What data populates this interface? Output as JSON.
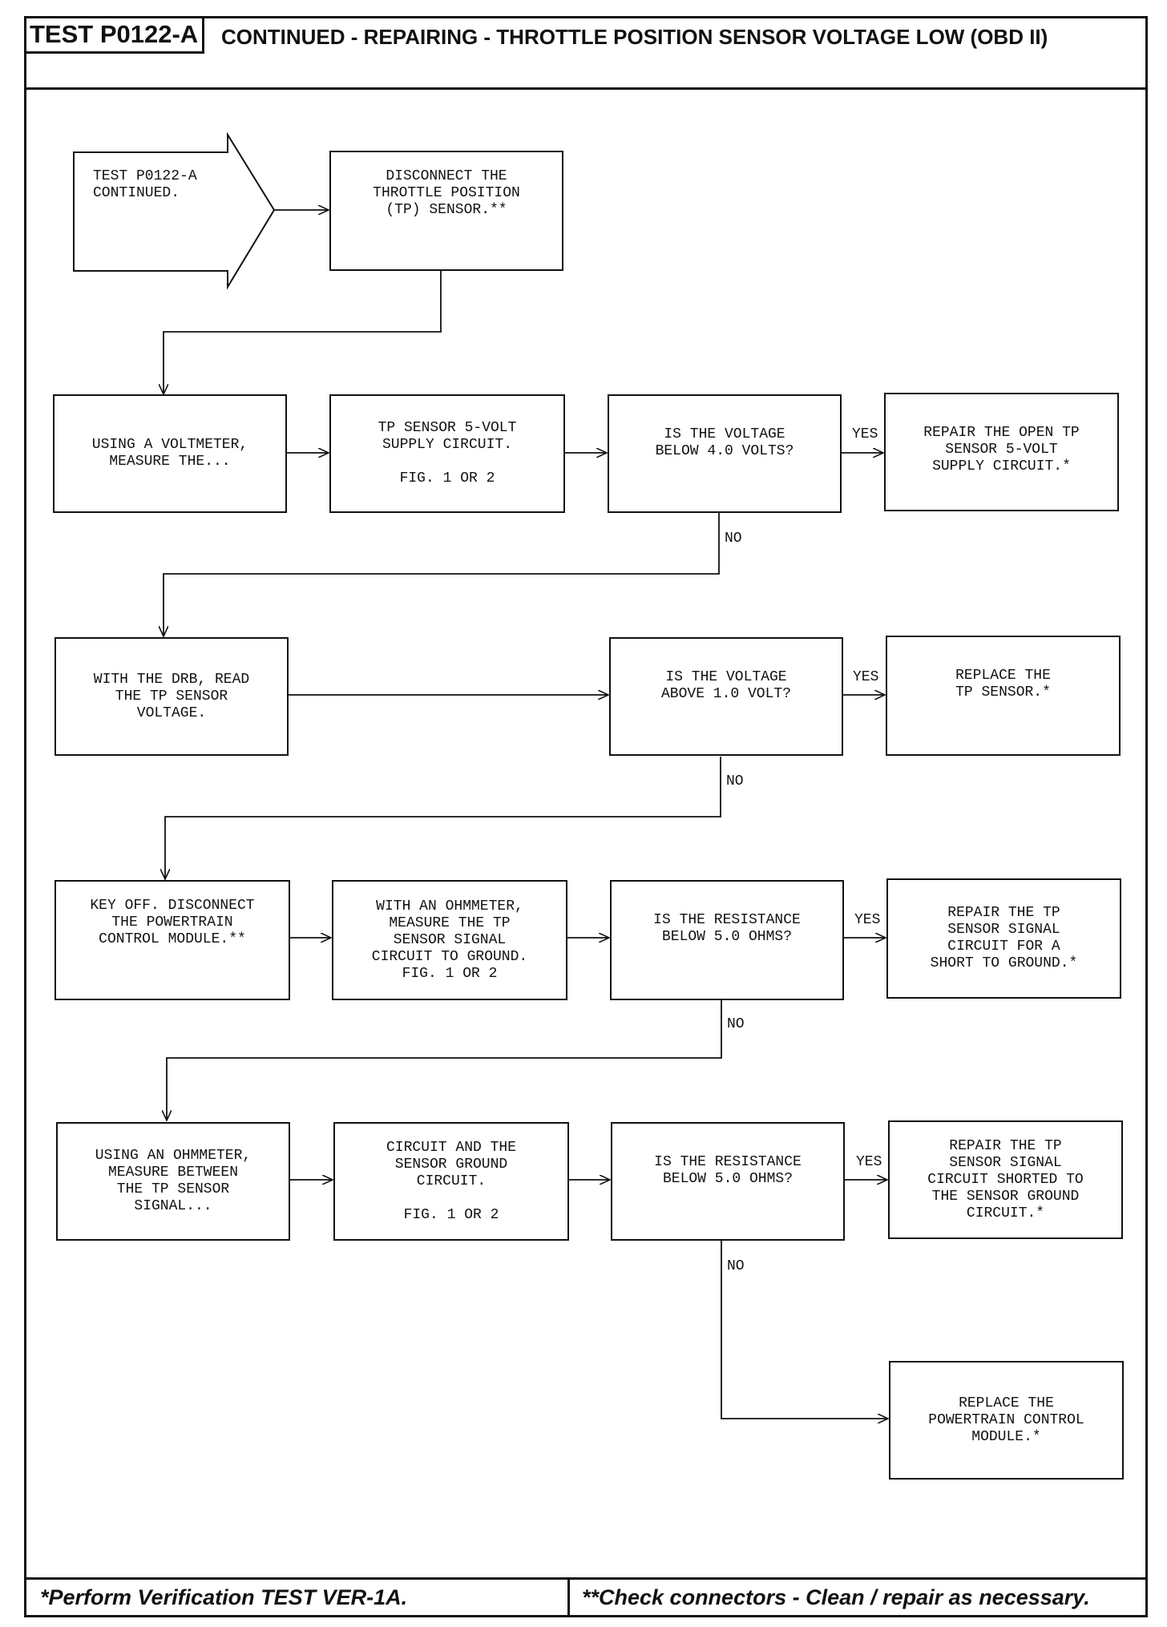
{
  "header": {
    "test_id": "TEST P0122-A",
    "title": "CONTINUED - REPAIRING - THROTTLE POSITION SENSOR VOLTAGE LOW (OBD II)"
  },
  "flow": {
    "start": "TEST P0122-A\nCONTINUED.",
    "disconnect_tp": "DISCONNECT THE\nTHROTTLE POSITION\n(TP) SENSOR.**",
    "row1": {
      "measure": "USING A VOLTMETER,\nMEASURE THE...",
      "supply_circuit": "TP SENSOR 5-VOLT\nSUPPLY CIRCUIT.",
      "supply_fig": "FIG. 1 OR 2",
      "question": "IS THE VOLTAGE\nBELOW 4.0 VOLTS?",
      "yes_action": "REPAIR THE OPEN TP\nSENSOR 5-VOLT\nSUPPLY CIRCUIT.*"
    },
    "row2": {
      "read": "WITH THE DRB, READ\nTHE TP SENSOR\nVOLTAGE.",
      "question": "IS THE VOLTAGE\nABOVE 1.0 VOLT?",
      "yes_action": "REPLACE THE\nTP SENSOR.*"
    },
    "row3": {
      "key_off": "KEY OFF. DISCONNECT\nTHE POWERTRAIN\nCONTROL MODULE.**",
      "ohm_measure": "WITH AN OHMMETER,\nMEASURE THE TP\nSENSOR SIGNAL\nCIRCUIT TO GROUND.\nFIG. 1 OR 2",
      "question": "IS THE RESISTANCE\nBELOW 5.0 OHMS?",
      "yes_action": "REPAIR THE TP\nSENSOR SIGNAL\nCIRCUIT FOR A\nSHORT TO GROUND.*"
    },
    "row4": {
      "ohm_between": "USING AN OHMMETER,\nMEASURE BETWEEN\nTHE TP SENSOR\nSIGNAL...",
      "ground_circuit": "CIRCUIT AND THE\nSENSOR GROUND\nCIRCUIT.",
      "ground_fig": "FIG. 1 OR 2",
      "question": "IS THE RESISTANCE\nBELOW 5.0 OHMS?",
      "yes_action": "REPAIR THE TP\nSENSOR SIGNAL\nCIRCUIT SHORTED TO\nTHE SENSOR GROUND\nCIRCUIT.*"
    },
    "final_action": "REPLACE THE\nPOWERTRAIN CONTROL\nMODULE.*",
    "yes_label": "YES",
    "no_label": "NO"
  },
  "footer": {
    "left_note": "*Perform Verification TEST VER-1A.",
    "right_note": "**Check connectors - Clean / repair as necessary."
  }
}
